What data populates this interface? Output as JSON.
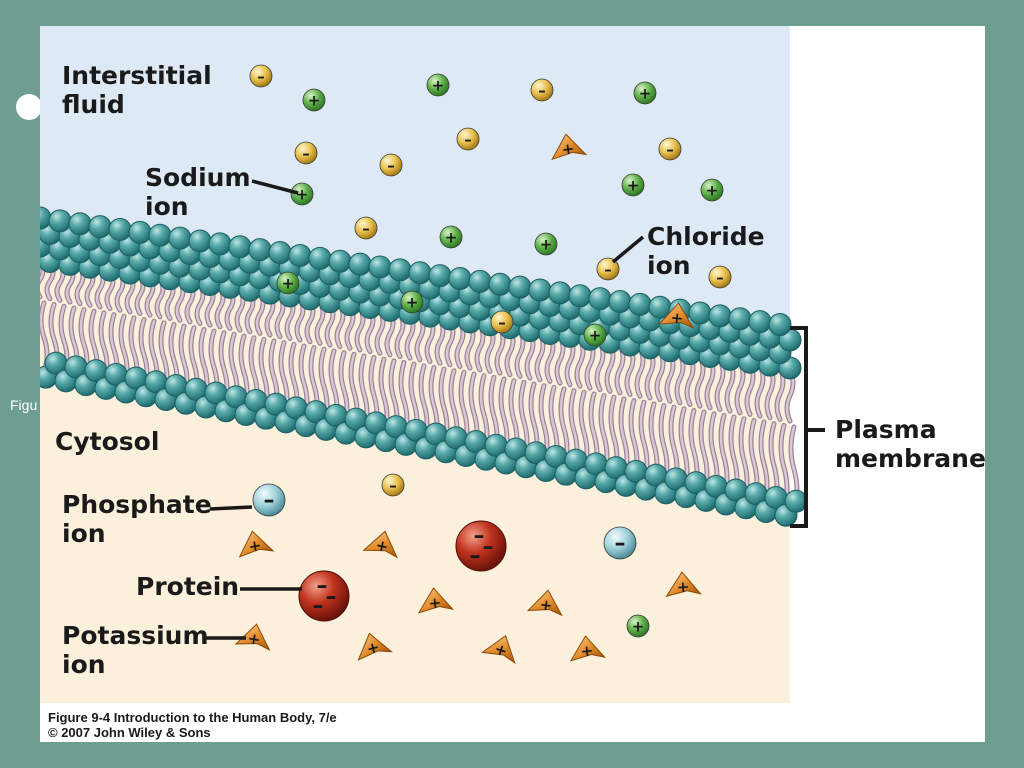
{
  "background_fragments": {
    "peek_text": "Figu"
  },
  "labels": {
    "interstitial": [
      "Interstitial",
      "fluid"
    ],
    "sodium": [
      "Sodium",
      "ion"
    ],
    "chloride": [
      "Chloride",
      "ion"
    ],
    "cytosol": "Cytosol",
    "plasma": [
      "Plasma",
      "membrane"
    ],
    "phosphate": [
      "Phosphate",
      "ion"
    ],
    "protein": "Protein",
    "potassium": [
      "Potassium",
      "ion"
    ]
  },
  "caption": {
    "line1": "Figure 9-4  Introduction to the Human Body, 7/e",
    "line2": "© 2007 John Wiley & Sons"
  },
  "signs": {
    "plus": "+",
    "minus": "–"
  },
  "colors": {
    "interstitial_bg": "#dde9f4",
    "cytosol_bg": "#fbf0dc",
    "sodium": "#5fb04a",
    "chloride": "#e8c04e",
    "potassium": "#e38b2a",
    "phosphate": "#9fd1da",
    "protein": "#c0321e",
    "lipid_head": "#3f9a9c",
    "lipid_tail": "#c4aebf"
  }
}
